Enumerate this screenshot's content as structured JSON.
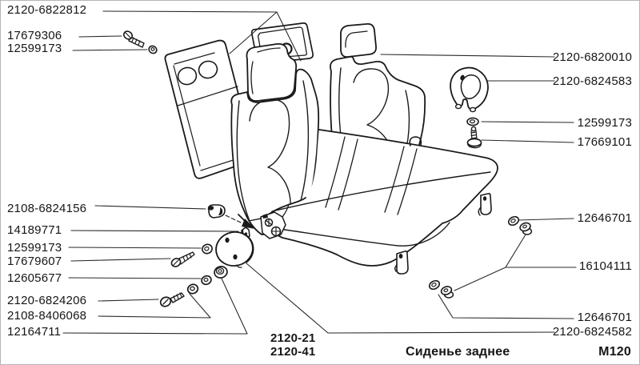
{
  "colors": {
    "background": "#ffffff",
    "line": "#1a1a1a",
    "border": "#b5b5b5"
  },
  "part_labels": {
    "left": [
      "2120-6822812",
      "17679306",
      "12599173",
      "2108-6824156",
      "14189771",
      "12599173",
      "17679607",
      "12605677",
      "2120-6824206",
      "2108-8406068",
      "12164711"
    ],
    "right": [
      "2120-6820010",
      "2120-6824583",
      "12599173",
      "17669101",
      "12646701",
      "16104111",
      "12646701",
      "2120-6824582"
    ]
  },
  "footer": {
    "variant_line1": "2120-21",
    "variant_line2": "2120-41",
    "caption": "Сиденье заднее",
    "page_code": "М120"
  }
}
